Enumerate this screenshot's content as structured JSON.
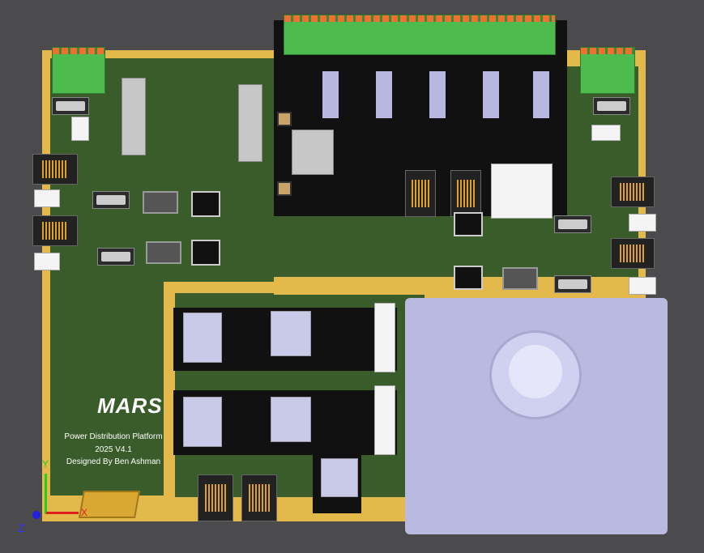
{
  "board": {
    "logo": "MARS",
    "title": "Power Distribution Platform",
    "version": "2025 V4.1",
    "designer": "Designed By Ben Ashman"
  },
  "axes": {
    "x": "X",
    "y": "Y",
    "z": "Z"
  },
  "colors": {
    "background": "#4b4b4d",
    "pcb": "#3a5c2a",
    "copper": "#e3b94c",
    "x_axis": "#e02020",
    "y_axis": "#20d020",
    "z_axis": "#2020e0"
  }
}
